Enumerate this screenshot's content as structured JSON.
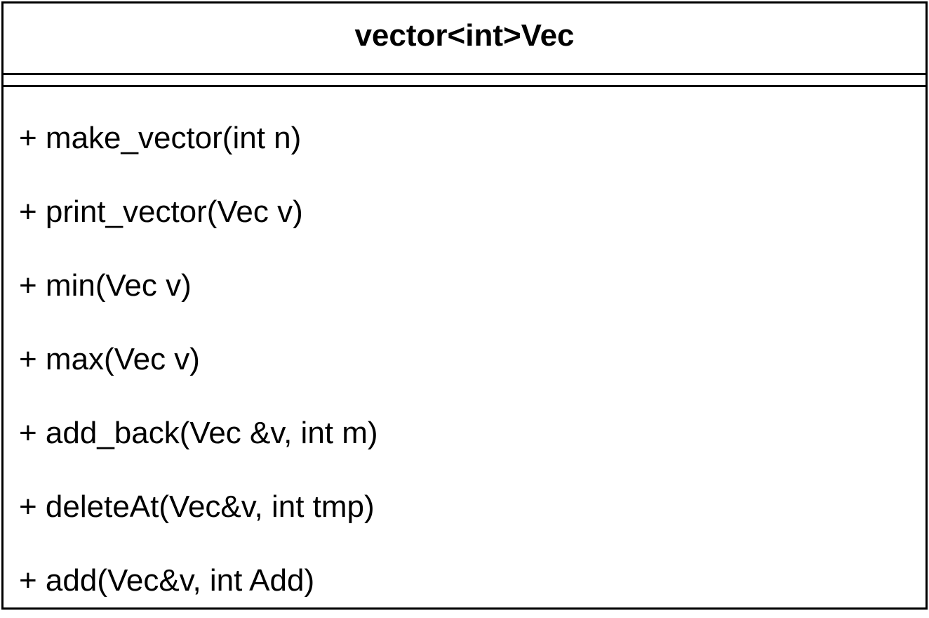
{
  "class": {
    "name": "vector<int>Vec",
    "attributes": [],
    "methods": [
      "+ make_vector(int n)",
      "+ print_vector(Vec v)",
      "+ min(Vec v)",
      "+ max(Vec v)",
      "+ add_back(Vec &v, int m)",
      "+ deleteAt(Vec&v, int tmp)",
      "+ add(Vec&v, int Add)"
    ]
  }
}
